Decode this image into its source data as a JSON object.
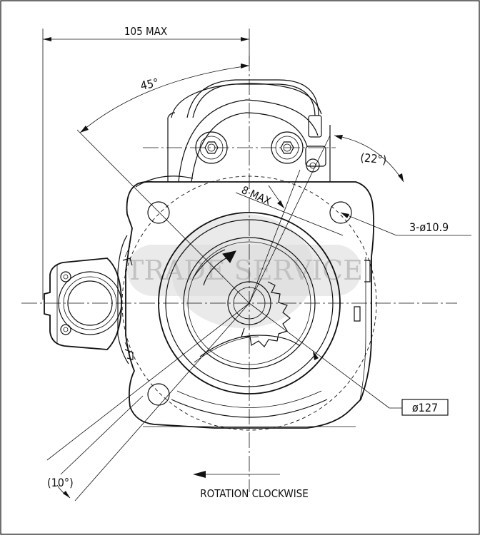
{
  "drawing": {
    "width_dimension": "105 MAX",
    "mount_angle": "45°",
    "terminal_angle": "(22°)",
    "offset_dimension": "8 MAX",
    "holes_callout": "3-ø10.9",
    "pilot_diameter": "ø127",
    "ref_angle": "(10°)",
    "rotation_note": "ROTATION CLOCKWISE"
  },
  "watermark": {
    "text": "TRADE SERVICE"
  },
  "colors": {
    "line": "#111111",
    "background": "#ffffff",
    "watermark": "#d9d9d9"
  }
}
